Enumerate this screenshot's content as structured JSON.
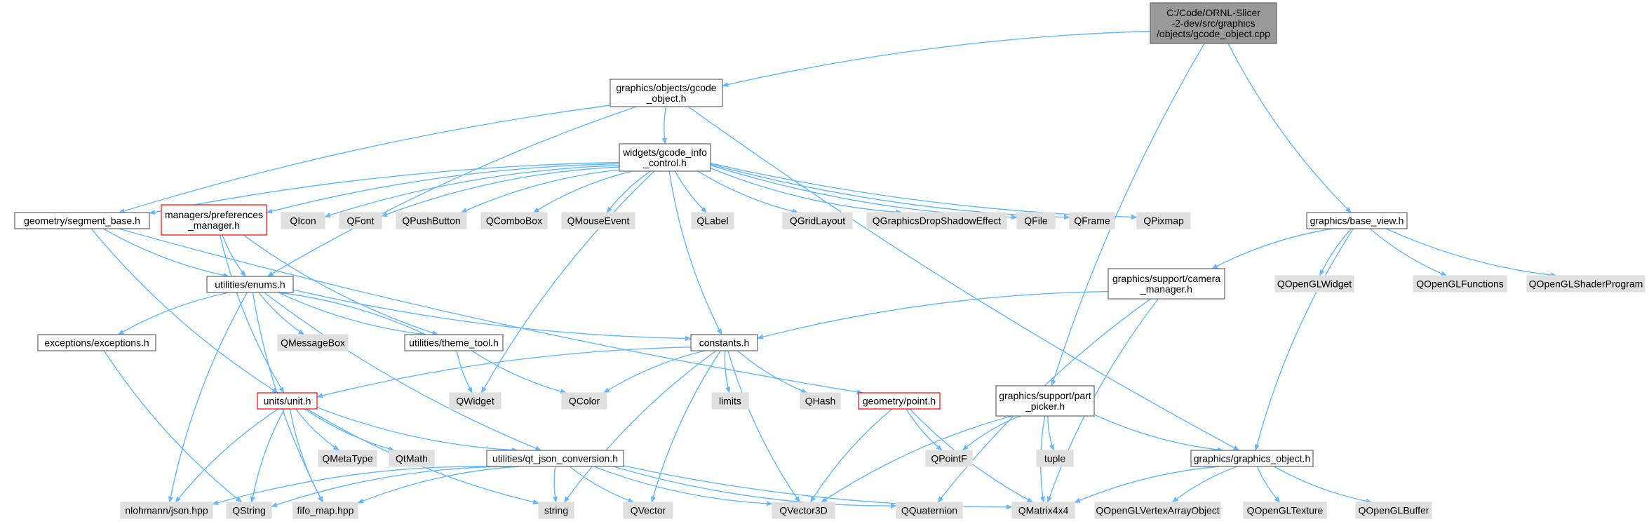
{
  "colors": {
    "edge": "#63b8ff",
    "root_fill": "#999999",
    "node_border": "#666666",
    "node_fill": "#ffffff",
    "external_fill": "#e0e0e0",
    "external_border": "#999999",
    "truncated_border": "#ff0000"
  },
  "nodes": {
    "root": {
      "lines": [
        "C:/Code/ORNL-Slicer",
        "-2-dev/src/graphics",
        "/objects/gcode_object.cpp"
      ],
      "kind": "root"
    },
    "gcode_object_h": {
      "lines": [
        "graphics/objects/gcode",
        "_object.h"
      ],
      "kind": "file"
    },
    "gcode_info_control_h": {
      "lines": [
        "widgets/gcode_info",
        "_control.h"
      ],
      "kind": "file"
    },
    "segment_base_h": {
      "lines": [
        "geometry/segment_base.h"
      ],
      "kind": "file"
    },
    "preferences_manager_h": {
      "lines": [
        "managers/preferences",
        "_manager.h"
      ],
      "kind": "truncated"
    },
    "qicon": {
      "lines": [
        "QIcon"
      ],
      "kind": "external"
    },
    "qfont": {
      "lines": [
        "QFont"
      ],
      "kind": "external"
    },
    "qpushbutton": {
      "lines": [
        "QPushButton"
      ],
      "kind": "external"
    },
    "qcombobox": {
      "lines": [
        "QComboBox"
      ],
      "kind": "external"
    },
    "qmouseevent": {
      "lines": [
        "QMouseEvent"
      ],
      "kind": "external"
    },
    "qlabel": {
      "lines": [
        "QLabel"
      ],
      "kind": "external"
    },
    "qgridlayout": {
      "lines": [
        "QGridLayout"
      ],
      "kind": "external"
    },
    "qgraphicsdropshadoweffect": {
      "lines": [
        "QGraphicsDropShadowEffect"
      ],
      "kind": "external"
    },
    "qfile": {
      "lines": [
        "QFile"
      ],
      "kind": "external"
    },
    "qframe": {
      "lines": [
        "QFrame"
      ],
      "kind": "external"
    },
    "qpixmap": {
      "lines": [
        "QPixmap"
      ],
      "kind": "external"
    },
    "base_view_h": {
      "lines": [
        "graphics/base_view.h"
      ],
      "kind": "file"
    },
    "enums_h": {
      "lines": [
        "utilities/enums.h"
      ],
      "kind": "file"
    },
    "qopenglwidget": {
      "lines": [
        "QOpenGLWidget"
      ],
      "kind": "external"
    },
    "qopenglfunctions": {
      "lines": [
        "QOpenGLFunctions"
      ],
      "kind": "external"
    },
    "qopenglshaderprogram": {
      "lines": [
        "QOpenGLShaderProgram"
      ],
      "kind": "external"
    },
    "camera_manager_h": {
      "lines": [
        "graphics/support/camera",
        "_manager.h"
      ],
      "kind": "file"
    },
    "exceptions_h": {
      "lines": [
        "exceptions/exceptions.h"
      ],
      "kind": "file"
    },
    "qmessagebox": {
      "lines": [
        "QMessageBox"
      ],
      "kind": "external"
    },
    "theme_tool_h": {
      "lines": [
        "utilities/theme_tool.h"
      ],
      "kind": "file"
    },
    "constants_h": {
      "lines": [
        "constants.h"
      ],
      "kind": "file"
    },
    "unit_h": {
      "lines": [
        "units/unit.h"
      ],
      "kind": "truncated"
    },
    "qwidget": {
      "lines": [
        "QWidget"
      ],
      "kind": "external"
    },
    "qcolor": {
      "lines": [
        "QColor"
      ],
      "kind": "external"
    },
    "limits": {
      "lines": [
        "limits"
      ],
      "kind": "external"
    },
    "qhash": {
      "lines": [
        "QHash"
      ],
      "kind": "external"
    },
    "point_h": {
      "lines": [
        "geometry/point.h"
      ],
      "kind": "truncated"
    },
    "part_picker_h": {
      "lines": [
        "graphics/support/part",
        "_picker.h"
      ],
      "kind": "file"
    },
    "qmetatype": {
      "lines": [
        "QMetaType"
      ],
      "kind": "external"
    },
    "qtmath": {
      "lines": [
        "QtMath"
      ],
      "kind": "external"
    },
    "qt_json_conversion_h": {
      "lines": [
        "utilities/qt_json_conversion.h"
      ],
      "kind": "file"
    },
    "qpointf": {
      "lines": [
        "QPointF"
      ],
      "kind": "external"
    },
    "tuple": {
      "lines": [
        "tuple"
      ],
      "kind": "external"
    },
    "graphics_object_h": {
      "lines": [
        "graphics/graphics_object.h"
      ],
      "kind": "file"
    },
    "nlohmann_json": {
      "lines": [
        "nlohmann/json.hpp"
      ],
      "kind": "external"
    },
    "qstring": {
      "lines": [
        "QString"
      ],
      "kind": "external"
    },
    "fifo_map": {
      "lines": [
        "fifo_map.hpp"
      ],
      "kind": "external"
    },
    "string": {
      "lines": [
        "string"
      ],
      "kind": "external"
    },
    "qvector": {
      "lines": [
        "QVector"
      ],
      "kind": "external"
    },
    "qvector3d": {
      "lines": [
        "QVector3D"
      ],
      "kind": "external"
    },
    "qquaternion": {
      "lines": [
        "QQuaternion"
      ],
      "kind": "external"
    },
    "qmatrix4x4": {
      "lines": [
        "QMatrix4x4"
      ],
      "kind": "external"
    },
    "qopenglvertexarrayobject": {
      "lines": [
        "QOpenGLVertexArrayObject"
      ],
      "kind": "external"
    },
    "qopengltexture": {
      "lines": [
        "QOpenGLTexture"
      ],
      "kind": "external"
    },
    "qopenglbuffer": {
      "lines": [
        "QOpenGLBuffer"
      ],
      "kind": "external"
    }
  },
  "edges": [
    [
      "root",
      "gcode_object_h"
    ],
    [
      "root",
      "base_view_h"
    ],
    [
      "root",
      "part_picker_h"
    ],
    [
      "gcode_object_h",
      "gcode_info_control_h"
    ],
    [
      "gcode_object_h",
      "segment_base_h"
    ],
    [
      "gcode_object_h",
      "enums_h"
    ],
    [
      "gcode_object_h",
      "graphics_object_h"
    ],
    [
      "gcode_info_control_h",
      "segment_base_h"
    ],
    [
      "gcode_info_control_h",
      "preferences_manager_h"
    ],
    [
      "gcode_info_control_h",
      "qicon"
    ],
    [
      "gcode_info_control_h",
      "qfont"
    ],
    [
      "gcode_info_control_h",
      "qpushbutton"
    ],
    [
      "gcode_info_control_h",
      "qcombobox"
    ],
    [
      "gcode_info_control_h",
      "qmouseevent"
    ],
    [
      "gcode_info_control_h",
      "qlabel"
    ],
    [
      "gcode_info_control_h",
      "qgridlayout"
    ],
    [
      "gcode_info_control_h",
      "qgraphicsdropshadoweffect"
    ],
    [
      "gcode_info_control_h",
      "qfile"
    ],
    [
      "gcode_info_control_h",
      "qframe"
    ],
    [
      "gcode_info_control_h",
      "qpixmap"
    ],
    [
      "gcode_info_control_h",
      "constants_h"
    ],
    [
      "gcode_info_control_h",
      "qwidget"
    ],
    [
      "segment_base_h",
      "enums_h"
    ],
    [
      "segment_base_h",
      "unit_h"
    ],
    [
      "segment_base_h",
      "point_h"
    ],
    [
      "preferences_manager_h",
      "enums_h"
    ],
    [
      "preferences_manager_h",
      "theme_tool_h"
    ],
    [
      "preferences_manager_h",
      "unit_h"
    ],
    [
      "base_view_h",
      "camera_manager_h"
    ],
    [
      "base_view_h",
      "qopenglwidget"
    ],
    [
      "base_view_h",
      "qopenglfunctions"
    ],
    [
      "base_view_h",
      "qopenglshaderprogram"
    ],
    [
      "base_view_h",
      "graphics_object_h"
    ],
    [
      "camera_manager_h",
      "constants_h"
    ],
    [
      "camera_manager_h",
      "qquaternion"
    ],
    [
      "camera_manager_h",
      "qmatrix4x4"
    ],
    [
      "enums_h",
      "exceptions_h"
    ],
    [
      "enums_h",
      "qmessagebox"
    ],
    [
      "enums_h",
      "theme_tool_h"
    ],
    [
      "enums_h",
      "constants_h"
    ],
    [
      "enums_h",
      "nlohmann_json"
    ],
    [
      "enums_h",
      "fifo_map"
    ],
    [
      "enums_h",
      "qt_json_conversion_h"
    ],
    [
      "theme_tool_h",
      "enums_h"
    ],
    [
      "theme_tool_h",
      "qwidget"
    ],
    [
      "theme_tool_h",
      "qcolor"
    ],
    [
      "exceptions_h",
      "qstring"
    ],
    [
      "constants_h",
      "unit_h"
    ],
    [
      "constants_h",
      "qcolor"
    ],
    [
      "constants_h",
      "limits"
    ],
    [
      "constants_h",
      "qhash"
    ],
    [
      "constants_h",
      "string"
    ],
    [
      "constants_h",
      "qvector"
    ],
    [
      "constants_h",
      "qvector3d"
    ],
    [
      "unit_h",
      "qmetatype"
    ],
    [
      "unit_h",
      "qtmath"
    ],
    [
      "unit_h",
      "qt_json_conversion_h"
    ],
    [
      "unit_h",
      "nlohmann_json"
    ],
    [
      "unit_h",
      "qstring"
    ],
    [
      "unit_h",
      "fifo_map"
    ],
    [
      "unit_h",
      "string"
    ],
    [
      "point_h",
      "qpointf"
    ],
    [
      "point_h",
      "qvector3d"
    ],
    [
      "point_h",
      "qmatrix4x4"
    ],
    [
      "part_picker_h",
      "qpointf"
    ],
    [
      "part_picker_h",
      "tuple"
    ],
    [
      "part_picker_h",
      "graphics_object_h"
    ],
    [
      "part_picker_h",
      "qvector3d"
    ],
    [
      "part_picker_h",
      "qmatrix4x4"
    ],
    [
      "qt_json_conversion_h",
      "nlohmann_json"
    ],
    [
      "qt_json_conversion_h",
      "qstring"
    ],
    [
      "qt_json_conversion_h",
      "fifo_map"
    ],
    [
      "qt_json_conversion_h",
      "string"
    ],
    [
      "qt_json_conversion_h",
      "qvector"
    ],
    [
      "qt_json_conversion_h",
      "qvector3d"
    ],
    [
      "qt_json_conversion_h",
      "qquaternion"
    ],
    [
      "qt_json_conversion_h",
      "qmatrix4x4"
    ],
    [
      "graphics_object_h",
      "qmatrix4x4"
    ],
    [
      "graphics_object_h",
      "qopenglvertexarrayobject"
    ],
    [
      "graphics_object_h",
      "qopengltexture"
    ],
    [
      "graphics_object_h",
      "qopenglbuffer"
    ]
  ]
}
